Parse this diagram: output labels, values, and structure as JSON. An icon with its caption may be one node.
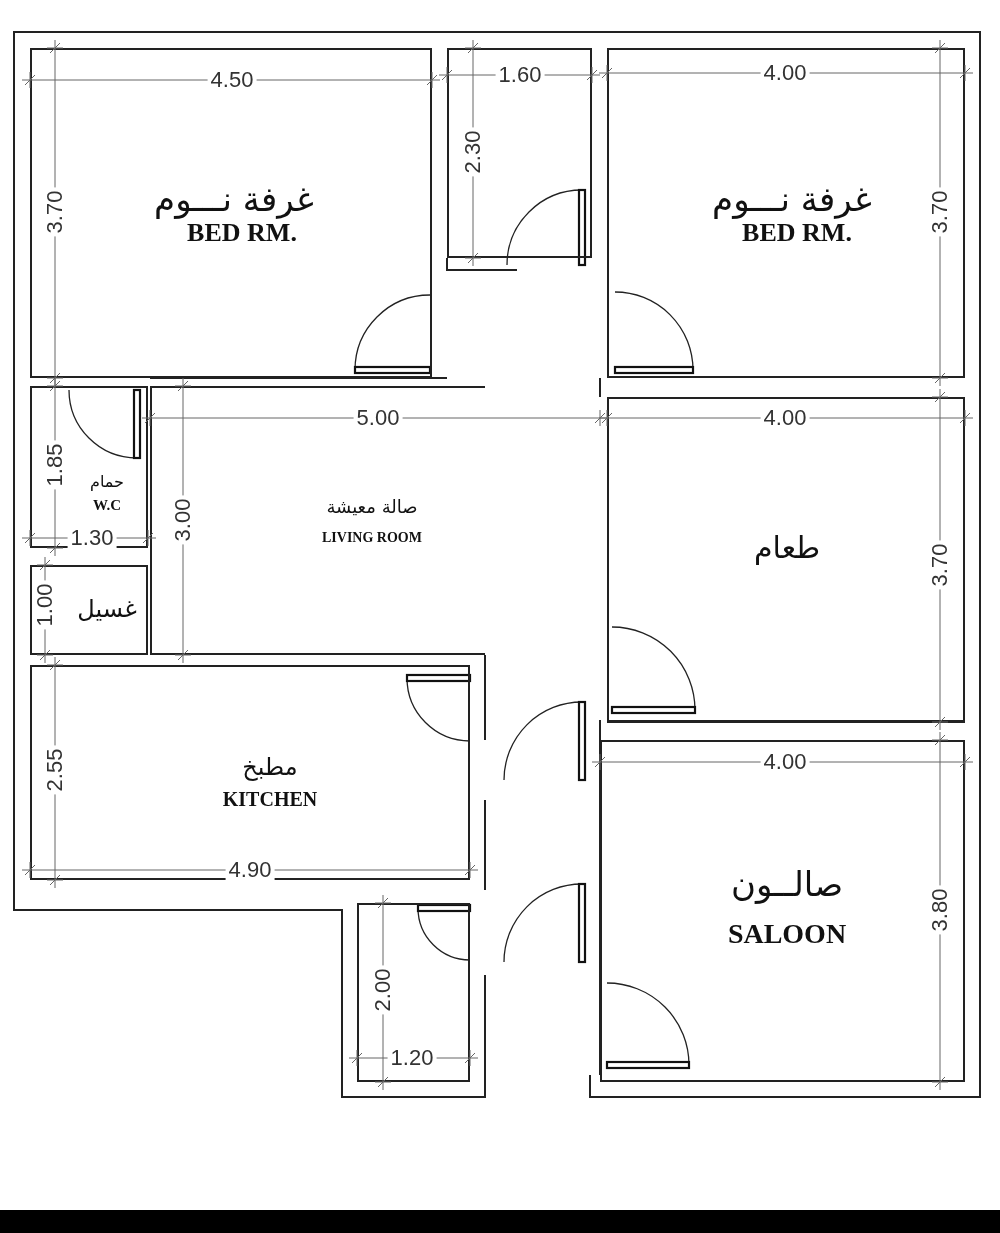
{
  "diagram": {
    "nodes": [
      {
        "text": [
          "غرفة نـــوم",
          "BED RM."
        ]
      },
      {
        "text": [],
        "shape": "box"
      },
      {
        "text": [
          "غرفة نـــوم",
          "BED RM."
        ]
      },
      {
        "text": [
          "حمام",
          "W.C"
        ]
      },
      {
        "text": [
          "صالة معيشة",
          "LIVING ROOM"
        ]
      },
      {
        "text": [
          "طعام"
        ]
      },
      {
        "text": [
          "غسيل"
        ]
      },
      {
        "text": [
          "مطبخ",
          "KITCHEN"
        ]
      },
      {
        "text": [
          "صالــون",
          "SALOON"
        ]
      },
      {
        "text": [],
        "shape": "box"
      },
      {
        "text": [],
        "shape": "bar"
      }
    ],
    "labels": [
      "4.50",
      "1.60",
      "4.00",
      "3.70",
      "2.30",
      "3.70",
      "1.85",
      "5.00",
      "4.00",
      "3.00",
      "1.30",
      "3.70",
      "1.00",
      "2.55",
      "4.00",
      "4.90",
      "3.80",
      "2.00",
      "1.20"
    ]
  }
}
